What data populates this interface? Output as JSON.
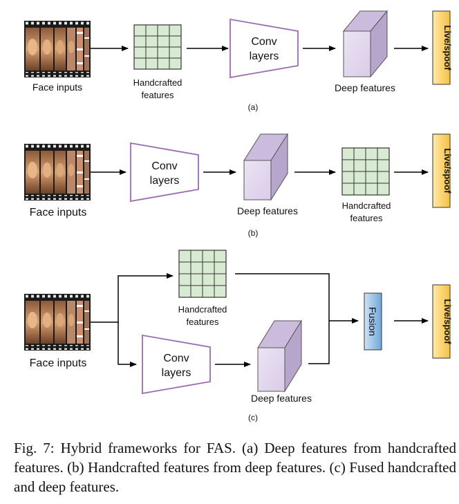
{
  "panels": {
    "a": {
      "tag": "(a)",
      "face_inputs": "Face inputs",
      "handcrafted_1": "Handcrafted",
      "handcrafted_2": "features",
      "conv_1": "Conv",
      "conv_2": "layers",
      "deep_features": "Deep features",
      "output": "Live/spoof"
    },
    "b": {
      "tag": "(b)",
      "face_inputs": "Face inputs",
      "conv_1": "Conv",
      "conv_2": "layers",
      "deep_features": "Deep features",
      "handcrafted_1": "Handcrafted",
      "handcrafted_2": "features",
      "output": "Live/spoof"
    },
    "c": {
      "tag": "(c)",
      "face_inputs": "Face inputs",
      "handcrafted_1": "Handcrafted",
      "handcrafted_2": "features",
      "conv_1": "Conv",
      "conv_2": "layers",
      "deep_features": "Deep features",
      "fusion": "Fusion",
      "output": "Live/spoof"
    }
  },
  "caption": "Fig. 7: Hybrid frameworks for FAS. (a) Deep features from handcrafted features. (b) Handcrafted features from deep features. (c) Fused handcrafted and deep features.",
  "colors": {
    "grid_fill": "#d9ead3",
    "cube_front": "#e3d9ee",
    "cube_side": "#b7a6cc",
    "cube_top": "#cbbbdd",
    "trapezoid_stroke": "#9b6bb3",
    "output_fill": "#ffd966",
    "fusion_fill": "#9fc5e8"
  }
}
